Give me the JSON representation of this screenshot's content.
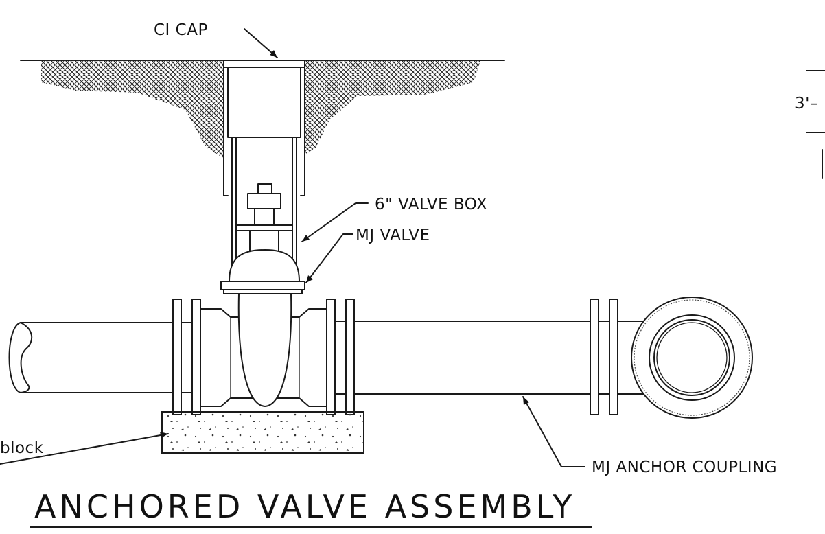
{
  "title": "ANCHORED VALVE ASSEMBLY",
  "labels": {
    "ci_cap": "CI CAP",
    "valve_box": "6\" VALVE BOX",
    "mj_valve": "MJ VALVE",
    "thrust_block": "block",
    "anchor_coupling": "MJ ANCHOR COUPLING",
    "dimension": "3'–"
  }
}
